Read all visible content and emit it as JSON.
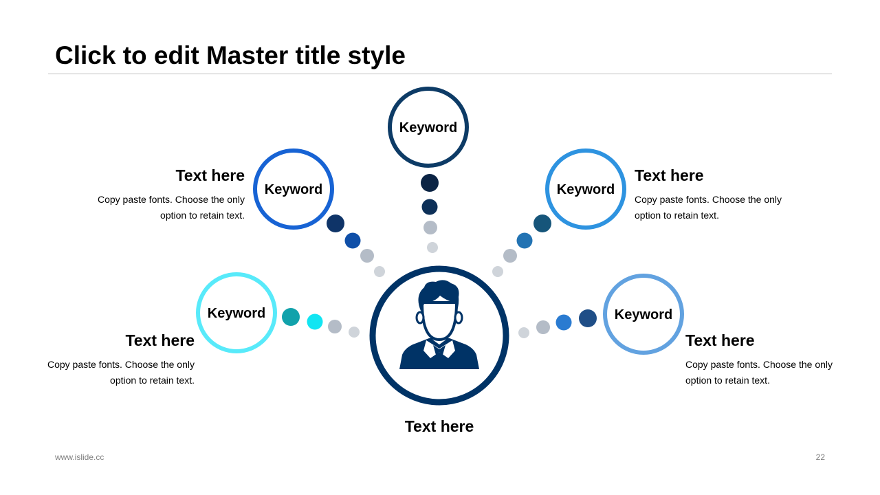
{
  "slide": {
    "title": "Click to edit Master title style",
    "footer_url": "www.islide.cc",
    "page_number": "22"
  },
  "center": {
    "label": "Text here",
    "icon": "person-avatar-icon",
    "color": "#003366"
  },
  "nodes": [
    {
      "id": "top",
      "keyword": "Keyword",
      "color": "#0d3b66"
    },
    {
      "id": "upper-left",
      "keyword": "Keyword",
      "color": "#1763d4",
      "heading": "Text here",
      "description": "Copy paste fonts. Choose the only option to retain text."
    },
    {
      "id": "upper-right",
      "keyword": "Keyword",
      "color": "#2e93e0",
      "heading": "Text here",
      "description": "Copy paste fonts. Choose the only option to retain text."
    },
    {
      "id": "lower-left",
      "keyword": "Keyword",
      "color": "#58eafa",
      "heading": "Text here",
      "description": "Copy paste fonts. Choose the only option to retain text."
    },
    {
      "id": "lower-right",
      "keyword": "Keyword",
      "color": "#62a2e0",
      "heading": "Text here",
      "description": "Copy paste fonts. Choose the only option to retain text."
    }
  ],
  "connector_colors": {
    "top": [
      "#0b2444",
      "#0d3058",
      "#b4bcc7",
      "#cfd4da"
    ],
    "upper-left": [
      "#0f3468",
      "#0f4fa8",
      "#b4bcc7",
      "#cfd4da"
    ],
    "upper-right": [
      "#16557a",
      "#2273b3",
      "#b4bcc7",
      "#cfd4da"
    ],
    "lower-left": [
      "#11a2ab",
      "#12e5f2",
      "#b4bcc7",
      "#cfd4da"
    ],
    "lower-right": [
      "#1f4e87",
      "#2a7bd1",
      "#b4bcc7",
      "#cfd4da"
    ]
  }
}
